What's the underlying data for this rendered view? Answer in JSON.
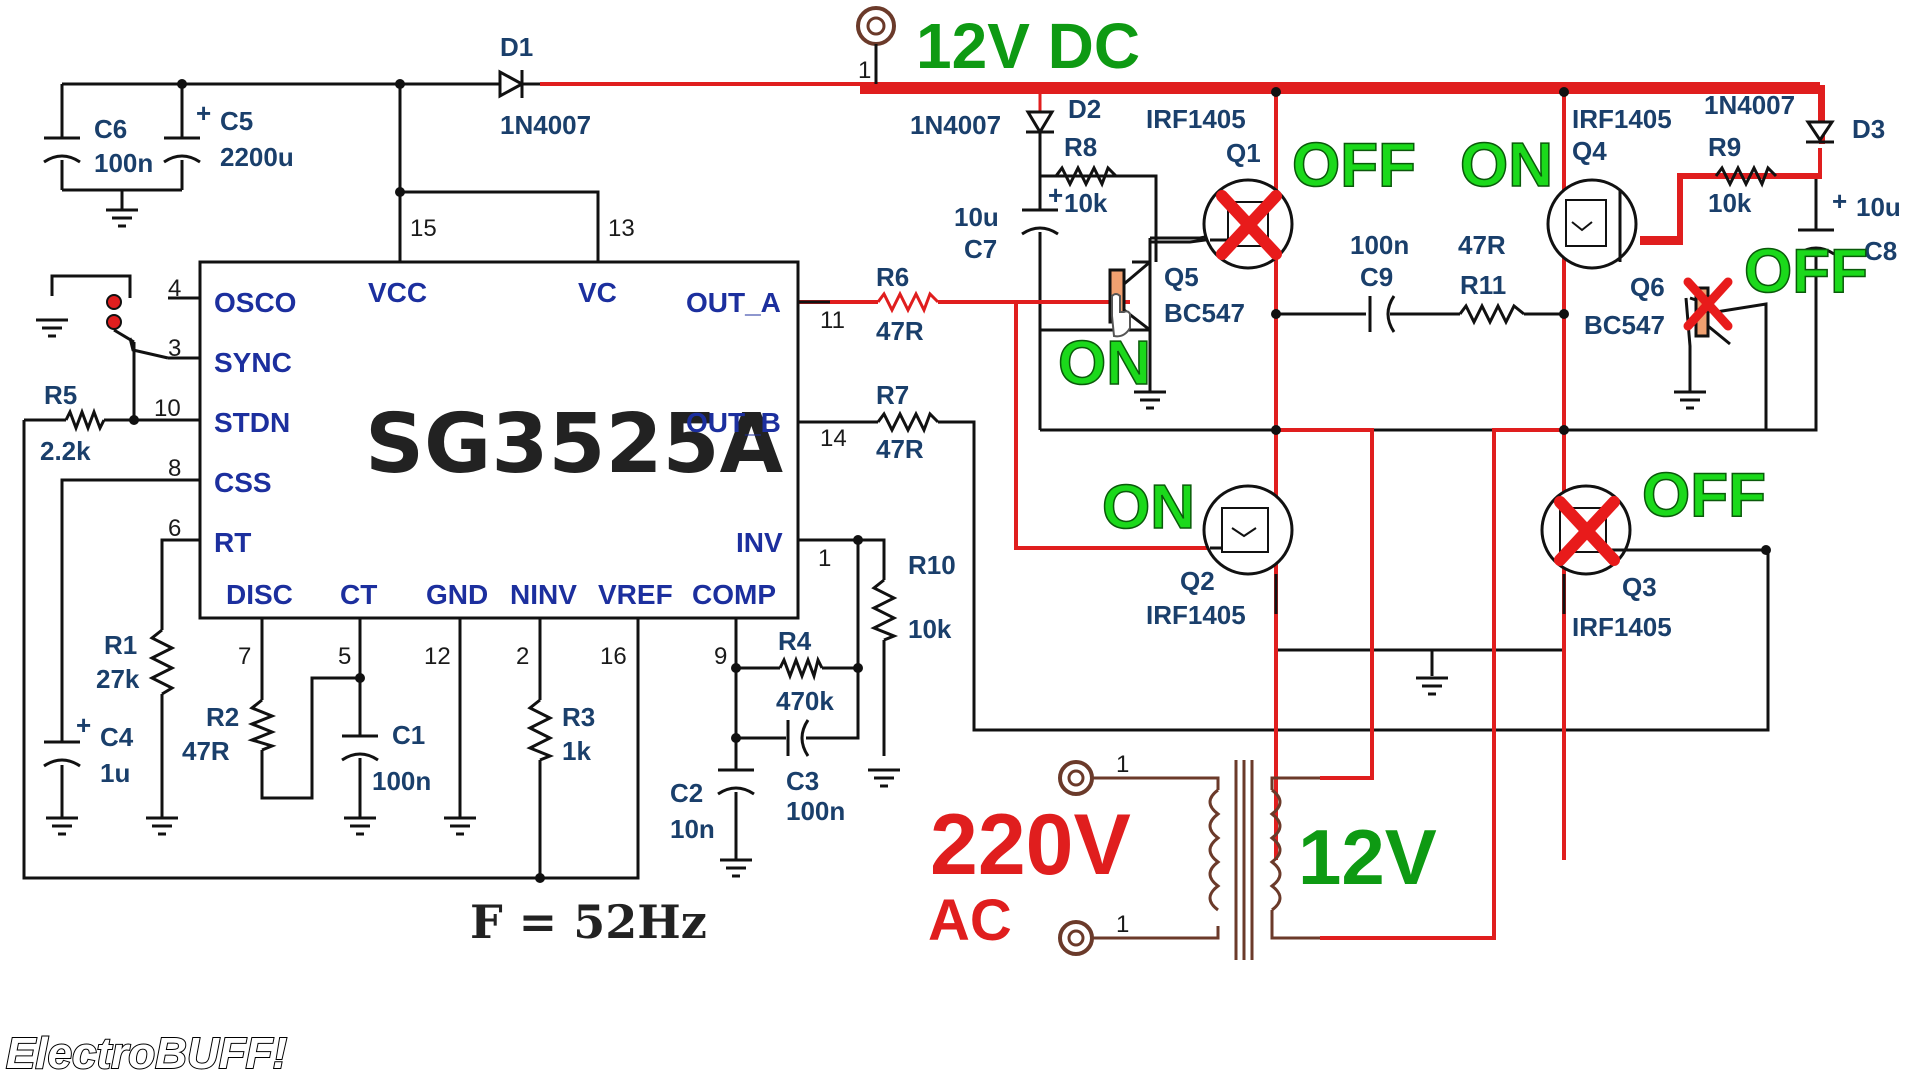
{
  "supply": {
    "label": "12V DC",
    "pin": "1"
  },
  "ic": {
    "name": "SG3525A",
    "pins": {
      "osco": {
        "name": "OSCO",
        "num": "4"
      },
      "sync": {
        "name": "SYNC",
        "num": "3"
      },
      "stdn": {
        "name": "STDN",
        "num": "10"
      },
      "css": {
        "name": "CSS",
        "num": "8"
      },
      "rt": {
        "name": "RT",
        "num": "6"
      },
      "vcc": {
        "name": "VCC",
        "num": "15"
      },
      "vc": {
        "name": "VC",
        "num": "13"
      },
      "out_a": {
        "name": "OUT_A",
        "num": "11"
      },
      "out_b": {
        "name": "OUT_B",
        "num": "14"
      },
      "inv": {
        "name": "INV",
        "num": "1"
      },
      "disc": {
        "name": "DISC",
        "num": "7"
      },
      "ct": {
        "name": "CT",
        "num": "5"
      },
      "gnd": {
        "name": "GND",
        "num": "12"
      },
      "ninv": {
        "name": "NINV",
        "num": "2"
      },
      "vref": {
        "name": "VREF",
        "num": "16"
      },
      "comp": {
        "name": "COMP",
        "num": "9"
      }
    }
  },
  "components": {
    "D1": {
      "ref": "D1",
      "value": "1N4007"
    },
    "D2": {
      "ref": "D2",
      "value": "1N4007"
    },
    "D3": {
      "ref": "D3",
      "value": "1N4007"
    },
    "C6": {
      "ref": "C6",
      "value": "100n"
    },
    "C5": {
      "ref": "C5",
      "value": "2200u",
      "polarity": "+"
    },
    "C7": {
      "ref": "C7",
      "value": "10u",
      "polarity": "+"
    },
    "C8": {
      "ref": "C8",
      "value": "10u",
      "polarity": "+"
    },
    "C9": {
      "ref": "C9",
      "value": "100n"
    },
    "C4": {
      "ref": "C4",
      "value": "1u",
      "polarity": "+"
    },
    "C1": {
      "ref": "C1",
      "value": "100n"
    },
    "C2": {
      "ref": "C2",
      "value": "10n"
    },
    "C3": {
      "ref": "C3",
      "value": "100n"
    },
    "R5": {
      "ref": "R5",
      "value": "2.2k"
    },
    "R1": {
      "ref": "R1",
      "value": "27k"
    },
    "R2": {
      "ref": "R2",
      "value": "47R"
    },
    "R3": {
      "ref": "R3",
      "value": "1k"
    },
    "R4": {
      "ref": "R4",
      "value": "470k"
    },
    "R6": {
      "ref": "R6",
      "value": "47R"
    },
    "R7": {
      "ref": "R7",
      "value": "47R"
    },
    "R8": {
      "ref": "R8",
      "value": "10k"
    },
    "R9": {
      "ref": "R9",
      "value": "10k"
    },
    "R10": {
      "ref": "R10",
      "value": "10k"
    },
    "R11": {
      "ref": "R11",
      "value": "47R"
    },
    "Q1": {
      "ref": "Q1",
      "value": "IRF1405",
      "state": "OFF"
    },
    "Q2": {
      "ref": "Q2",
      "value": "IRF1405",
      "state": "ON"
    },
    "Q3": {
      "ref": "Q3",
      "value": "IRF1405",
      "state": "OFF"
    },
    "Q4": {
      "ref": "Q4",
      "value": "IRF1405",
      "state": "ON"
    },
    "Q5": {
      "ref": "Q5",
      "value": "BC547",
      "state": "ON"
    },
    "Q6": {
      "ref": "Q6",
      "value": "BC547",
      "state": "OFF"
    }
  },
  "transformer": {
    "primary": "220V",
    "primary_sub": "AC",
    "secondary": "12V",
    "pin_top": "1",
    "pin_bottom": "1"
  },
  "frequency": "F = 52Hz",
  "watermark": "ElectroBUFF!",
  "colors": {
    "active_wire": "#e01e1e",
    "wire": "#111111",
    "label": "#1a3f6b",
    "pin_name": "#1c2f9e",
    "state_text": "#1bd91b",
    "off_cross": "#e81b1b"
  }
}
